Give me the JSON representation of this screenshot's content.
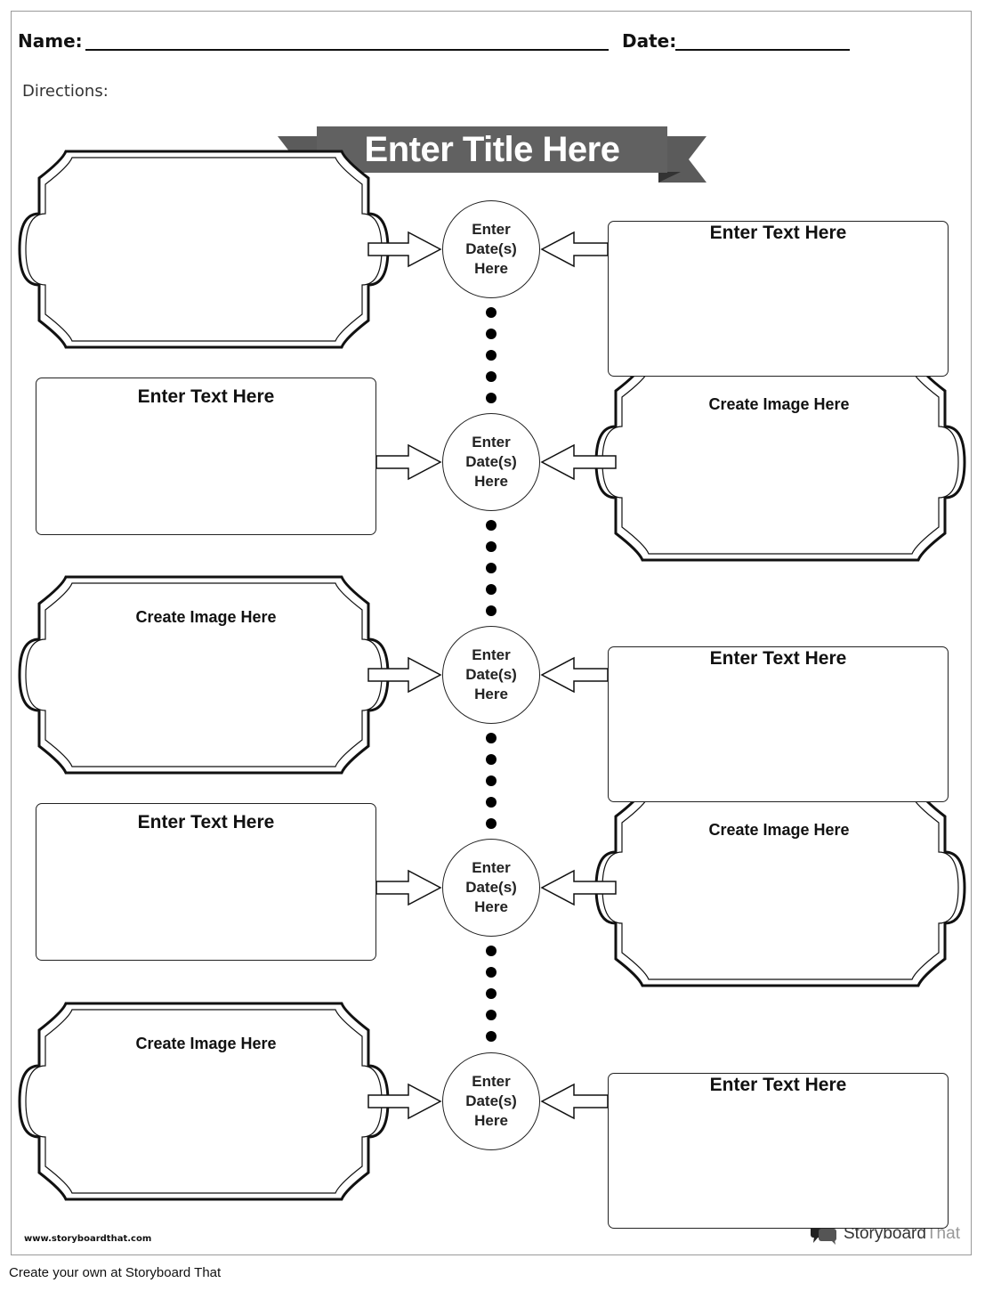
{
  "header": {
    "name_label": "Name:",
    "date_label": "Date:",
    "directions_label": "Directions:"
  },
  "title": "Enter Title Here",
  "rows": [
    {
      "date": "Enter\nDate(s)\nHere",
      "left_text": "",
      "right_text": "Enter Text Here"
    },
    {
      "date": "Enter\nDate(s)\nHere",
      "left_text": "Enter Text Here",
      "right_text": "Create Image Here"
    },
    {
      "date": "Enter\nDate(s)\nHere",
      "left_text": "Create Image Here",
      "right_text": "Enter Text Here"
    },
    {
      "date": "Enter\nDate(s)\nHere",
      "left_text": "Enter Text Here",
      "right_text": "Create Image Here"
    },
    {
      "date": "Enter\nDate(s)\nHere",
      "left_text": "Create Image Here",
      "right_text": "Enter Text Here"
    }
  ],
  "footer": {
    "url": "www.storyboardthat.com",
    "brand_main": "Storyboard",
    "brand_suffix": "That",
    "caption": "Create your own at Storyboard That"
  },
  "colors": {
    "banner": "#616161",
    "banner_dark": "#3e3e3e",
    "brand_suffix": "#999999"
  }
}
